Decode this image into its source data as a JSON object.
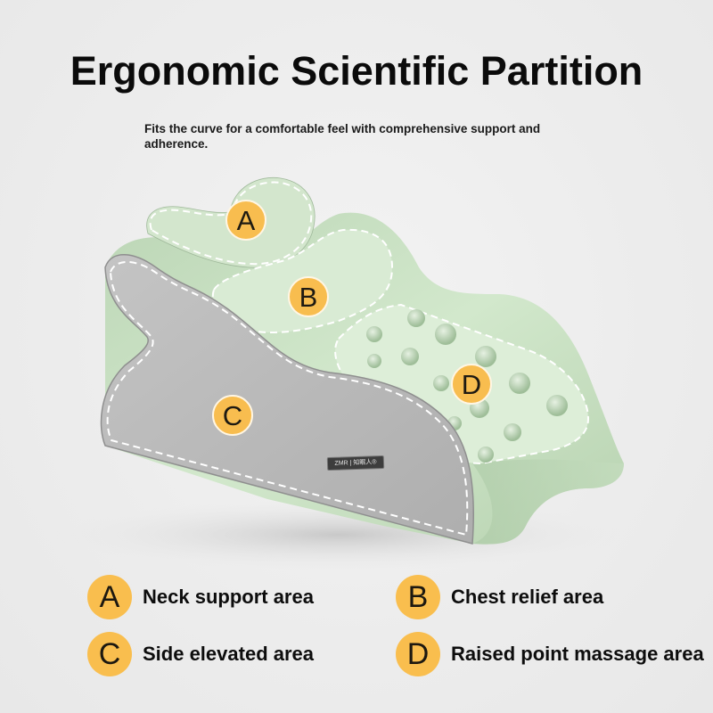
{
  "header": {
    "title": "Ergonomic Scientific Partition",
    "subtitle": "Fits the curve for a comfortable feel with comprehensive support and adherence."
  },
  "product": {
    "brand_tag": "ZMR | 知眠人®",
    "colors": {
      "top_surface": "#c9dfc4",
      "side_panel": "#b4b4b4",
      "badge": "#f8bd4f",
      "background": "#eeeeee"
    },
    "markers": [
      {
        "letter": "A",
        "zone": "neck"
      },
      {
        "letter": "B",
        "zone": "chest"
      },
      {
        "letter": "C",
        "zone": "side"
      },
      {
        "letter": "D",
        "zone": "massage"
      }
    ]
  },
  "legend": [
    {
      "letter": "A",
      "label": "Neck support area"
    },
    {
      "letter": "B",
      "label": "Chest relief area"
    },
    {
      "letter": "C",
      "label": "Side elevated area"
    },
    {
      "letter": "D",
      "label": "Raised point massage area"
    }
  ]
}
